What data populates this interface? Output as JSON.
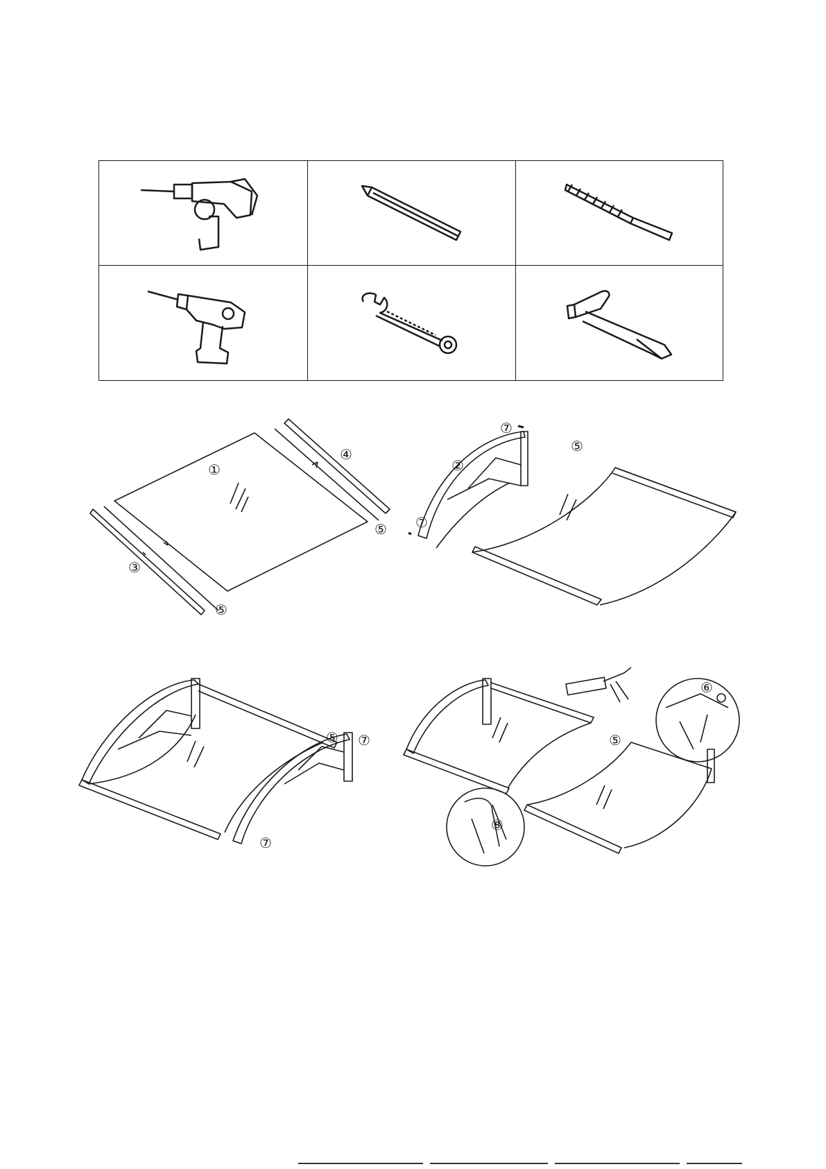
{
  "tools": [
    {
      "icon": "hammer-drill-icon"
    },
    {
      "icon": "pencil-icon"
    },
    {
      "icon": "drill-bit-icon"
    },
    {
      "icon": "cordless-drill-icon"
    },
    {
      "icon": "combination-wrench-icon"
    },
    {
      "icon": "claw-hammer-icon"
    }
  ],
  "steps": {
    "step1": {
      "panel": "①",
      "rail_a": "③",
      "rail_b": "④",
      "end_cap_a": "⑤",
      "end_cap_b": "⑤"
    },
    "step2": {
      "bracket": "②",
      "end_cap": "⑤",
      "screw_top": "⑦",
      "screw_bottom": "⑦"
    },
    "step3": {
      "end_cap": "⑤",
      "screw_top": "⑦",
      "screw_bottom": "⑦"
    },
    "step4": {
      "end_cap": "⑤",
      "bolt_detail": "⑥",
      "sealant_detail": "⑧"
    }
  },
  "colors": {
    "line": "#1a1a1a",
    "paper": "#ffffff"
  }
}
